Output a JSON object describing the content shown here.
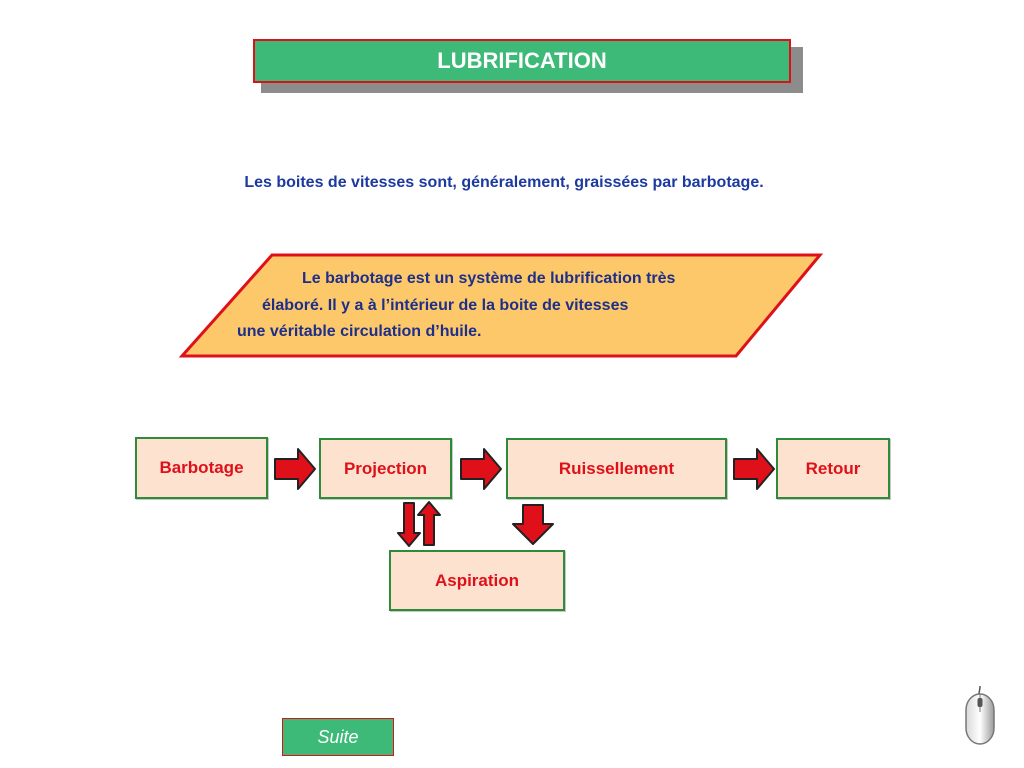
{
  "title": "LUBRIFICATION",
  "intro": "Les boites de vitesses sont, généralement, graissées par barbotage.",
  "parallelogram": {
    "line1": "Le barbotage est un système de lubrification très",
    "line2": "élaboré. Il y a à l’intérieur de la boite de vitesses",
    "line3": "une véritable circulation d’huile."
  },
  "flow": {
    "barbotage": "Barbotage",
    "projection": "Projection",
    "ruissellement": "Ruissellement",
    "retour": "Retour",
    "aspiration": "Aspiration"
  },
  "suite_button": "Suite",
  "colors": {
    "title_bg": "#3dba78",
    "border_red": "#e0101a",
    "intro_text": "#1c3aa0",
    "parallelogram_fill": "#fdc869",
    "box_fill": "#fde3cf",
    "box_border": "#2f8a3a",
    "box_text": "#e0101a"
  },
  "icons": [
    "arrow-right-icon",
    "arrow-up-down-icon",
    "arrow-down-icon",
    "mouse-icon"
  ]
}
